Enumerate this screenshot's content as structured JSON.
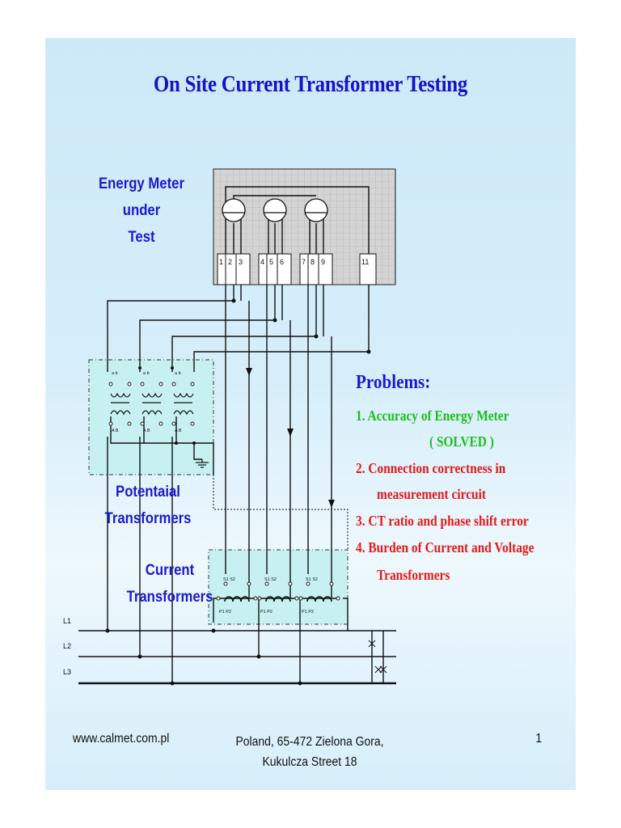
{
  "slide": {
    "title": "On Site Current Transformer Testing",
    "meter_label": "Energy Meter under Test",
    "meter_label_line1": "Energy Meter under",
    "meter_label_line2": "Test",
    "pt_label_line1": "Potentaial",
    "pt_label_line2": "Transformers",
    "ct_label_line1": "Current",
    "ct_label_line2": "Transformers",
    "terminals": [
      "1",
      "2",
      "3",
      "4",
      "5",
      "6",
      "7",
      "8",
      "9",
      "11"
    ],
    "pt_small_top": "a b",
    "pt_small_bottom": "A B",
    "ct_small_top": "S1  S2",
    "ct_small_bottom": "P1 P2",
    "lines": [
      "L1",
      "L2",
      "L3"
    ]
  },
  "problems": {
    "heading": "Problems:",
    "items": [
      {
        "text": "1.   Accuracy of Energy Meter",
        "color": "#19c019"
      },
      {
        "text": "( SOLVED )",
        "color": "#19c019"
      },
      {
        "text": "2. Connection correctness in",
        "color": "#e21a1a"
      },
      {
        "text": "measurement circuit",
        "color": "#e21a1a"
      },
      {
        "text": "3. CT ratio and phase shift error",
        "color": "#e21a1a"
      },
      {
        "text": "4. Burden of Current and Voltage",
        "color": "#e21a1a"
      },
      {
        "text": "Transformers",
        "color": "#e21a1a"
      }
    ]
  },
  "footer": {
    "website": "www.calmet.com.pl",
    "address_line1": "Poland, 65-472 Zielona Gora,",
    "address_line2": "Kukulcza Street 18",
    "page_number": "1"
  }
}
